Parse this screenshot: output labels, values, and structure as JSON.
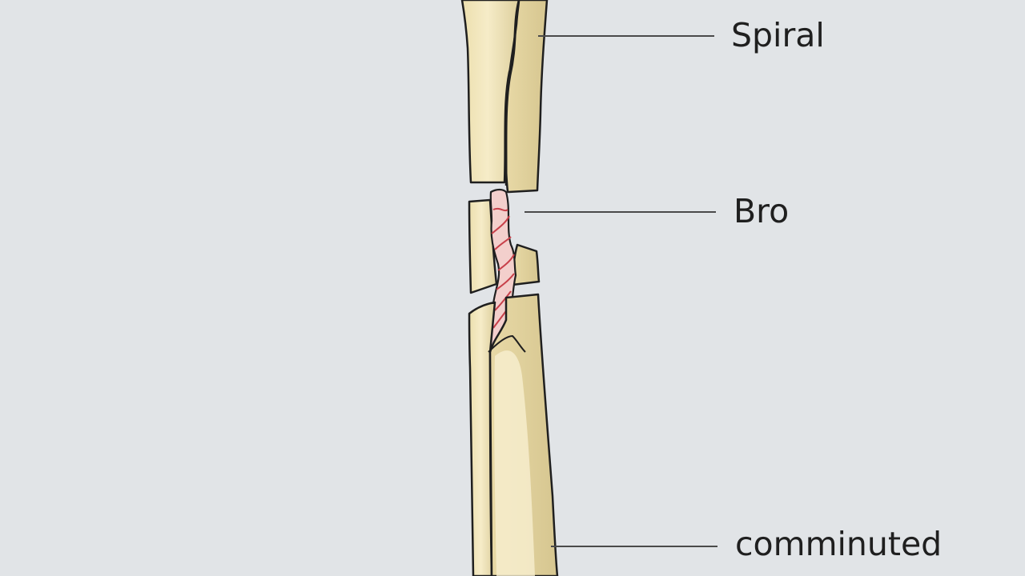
{
  "labels": {
    "spiral": "Spiral",
    "bro": "Bro",
    "comminuted": "comminuted"
  },
  "colors": {
    "background": "#e1e4e7",
    "bone_light": "#f3e7be",
    "bone_shade": "#e1d3a3",
    "outline": "#1f1f1f",
    "marrow": "#f3cfcc",
    "marrow_stripe": "#c8404a"
  }
}
